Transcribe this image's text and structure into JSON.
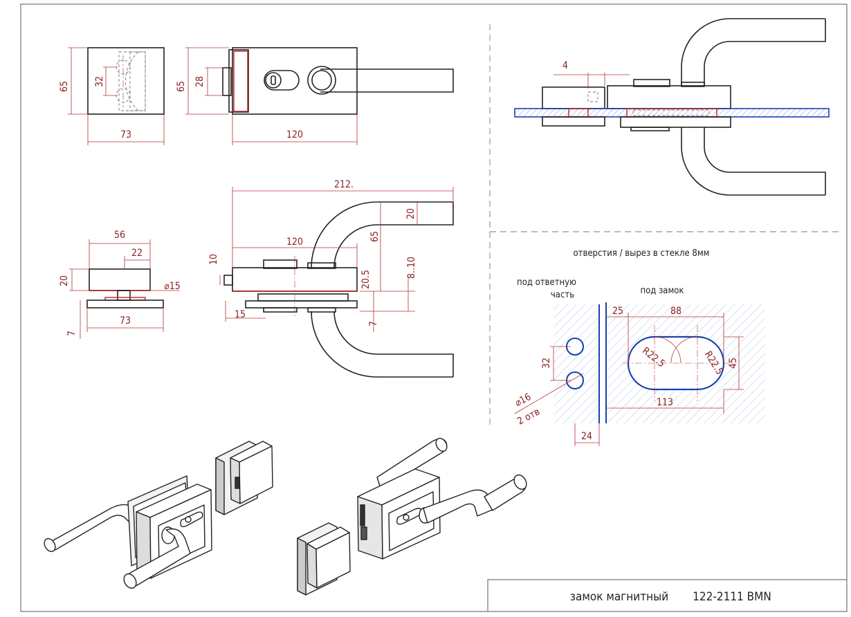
{
  "title_block": {
    "name": "замок магнитный",
    "code": "122-2111 BMN"
  },
  "section_title": "отверстия / вырез в стекле 8мм",
  "labels": {
    "counter_line1": "под ответную",
    "counter_line2": "часть",
    "lock": "под замок",
    "holes_count": "2 отв"
  },
  "dims": {
    "front_height": "65",
    "front_inner": "32",
    "front_width": "73",
    "side_height": "65",
    "side_inner": "28",
    "side_width": "120",
    "top_gap": "4",
    "total_length": "212.",
    "body_len": "120",
    "handle_offset": "65",
    "handle_dia": "20",
    "pin": "10",
    "a205": "20.5",
    "a810": "8..10",
    "bottom7": "7",
    "bottom15": "15",
    "c56": "56",
    "c22": "22",
    "c20": "20",
    "c15": "⌀15",
    "c73": "73",
    "c7": "7",
    "g25": "25",
    "g88": "88",
    "g32": "32",
    "g45": "45",
    "g113": "113",
    "g24": "24",
    "g16": "⌀16",
    "gR1": "R22.5",
    "gR2": "R22.5"
  }
}
